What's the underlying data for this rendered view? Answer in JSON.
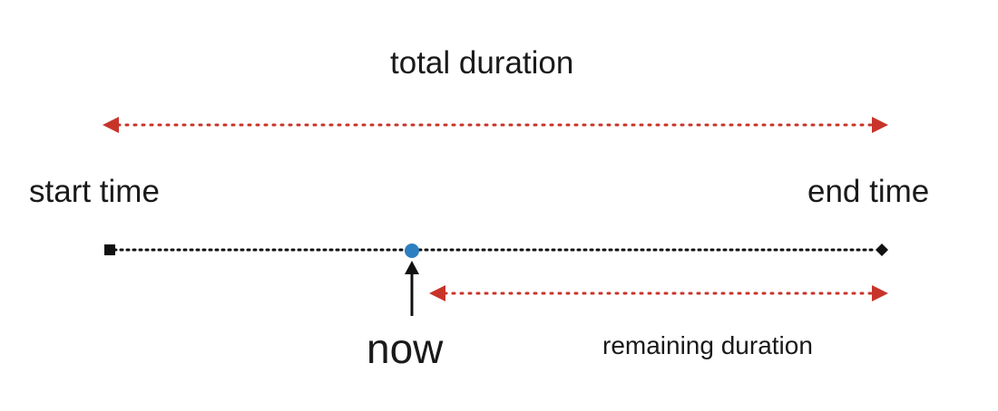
{
  "labels": {
    "total_duration": "total duration",
    "start_time": "start time",
    "end_time": "end time",
    "now": "now",
    "remaining_duration": "remaining duration"
  },
  "colors": {
    "arrow_red": "#c8342a",
    "timeline_black": "#111111",
    "now_dot_blue": "#2e7fc0",
    "text": "#1a1a1a"
  },
  "markers": {
    "start": "square",
    "end": "diamond",
    "now": "circle"
  }
}
